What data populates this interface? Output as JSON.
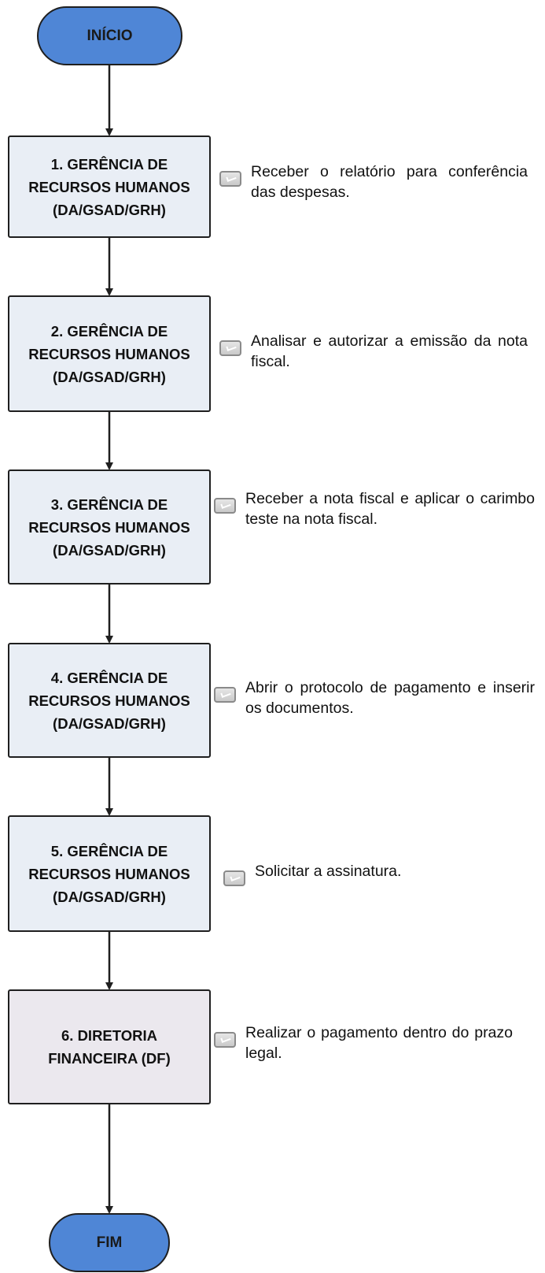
{
  "start_label": "INÍCIO",
  "end_label": "FIM",
  "colors": {
    "terminal_fill": "#4f86d6",
    "step_fill": "#e9eef5",
    "final_step_fill": "#ebe8ee",
    "stroke": "#1f1f1f"
  },
  "steps": [
    {
      "lines": [
        "1. GERÊNCIA DE",
        "RECURSOS HUMANOS",
        "(DA/GSAD/GRH)"
      ],
      "note_icon": "note-icon",
      "note": "Receber o relatório para conferência das despesas."
    },
    {
      "lines": [
        "2. GERÊNCIA DE",
        "RECURSOS HUMANOS",
        "(DA/GSAD/GRH)"
      ],
      "note_icon": "note-icon",
      "note": "Analisar e autorizar a emissão da nota fiscal."
    },
    {
      "lines": [
        "3. GERÊNCIA DE",
        "RECURSOS HUMANOS",
        "(DA/GSAD/GRH)"
      ],
      "note_icon": "note-icon",
      "note": "Receber a nota fiscal e aplicar o carimbo teste na nota fiscal."
    },
    {
      "lines": [
        "4. GERÊNCIA DE",
        "RECURSOS HUMANOS",
        "(DA/GSAD/GRH)"
      ],
      "note_icon": "note-icon",
      "note": "Abrir o protocolo de pagamento e inserir os documentos."
    },
    {
      "lines": [
        "5. GERÊNCIA DE",
        "RECURSOS HUMANOS",
        "(DA/GSAD/GRH)"
      ],
      "note_icon": "note-icon",
      "note": "Solicitar a assinatura."
    },
    {
      "lines": [
        "6. DIRETORIA",
        "FINANCEIRA  (DF)"
      ],
      "note_icon": "note-icon",
      "note": "Realizar o pagamento dentro do prazo legal."
    }
  ]
}
